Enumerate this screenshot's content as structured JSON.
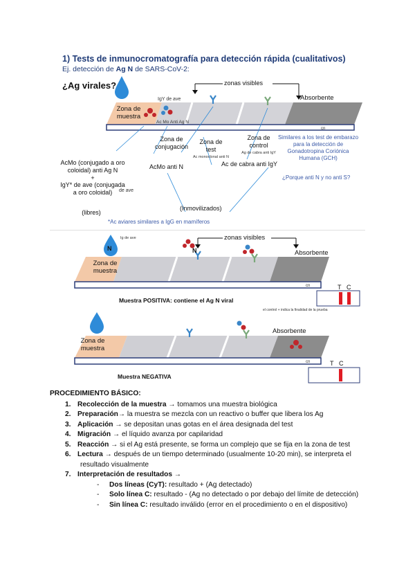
{
  "slide1": {
    "title": "1) Tests de inmunocromatografía para detección rápida (cualitativos)",
    "subtitle_prefix": "Ej. detección de",
    "subtitle_bold": "Ag N",
    "subtitle_suffix": "de SARS-CoV-2:",
    "question": "¿Ag virales?",
    "igy_label": "IgY de ave",
    "zonas_visibles": "zonas visibles",
    "absorbente": "Absorbente",
    "zona_muestra": "Zona de muestra",
    "ac_mo_tag": "Ac Mo Anti Ag N",
    "cn_tag": "cn",
    "zona_conjugacion": "Zona de conjugación",
    "zona_test": "Zona de test",
    "zona_test_small": "Ac monoclonal anti N",
    "zona_control": "Zona de control",
    "zona_control_small": "Ag de cabra anti IgY",
    "acmo_conjugado": "AcMo (conjugado a oro coloidal) anti Ag N",
    "plus": "+",
    "igy_conjugado": "IgY* de ave (conjugada a oro coloidal)",
    "small_near": "de ave",
    "libres": "(libres)",
    "acmo_anti_n": "AcMo anti N",
    "ac_cabra": "Ac de cabra anti IgY",
    "note_similar": "Similares a los test de embarazo para la detección de Gonadotropina Coriónica Humana (GCH)",
    "note_porque": "¿Porque anti N y no anti S?",
    "inmovilizados": "(Inmovilizados)",
    "ac_aviares": "*Ac aviares similares a IgG en mamíferos"
  },
  "slide2": {
    "igy_label": "Ig de ave",
    "n_badge": "N",
    "n_small": "N",
    "zonas_visibles": "zonas visibles",
    "zona_muestra": "Zona de muestra",
    "absorbente": "Absorbente",
    "cn_tag": "cn",
    "positiva_prefix": "Muestra POSITIVA: contiene el",
    "positiva_bold": "Ag N viral",
    "t_label": "T",
    "c_label": "C",
    "control_note": "el control + indica la finalidad de la prueba",
    "zona_muestra_2": "Zona de muestra",
    "absorbente_2": "Absorbente",
    "cn_tag_2": "cn",
    "negativa_prefix": "Muestra",
    "negativa_bold": "NEGATIVA",
    "t_label_2": "T",
    "c_label_2": "C"
  },
  "procedure": {
    "title": "PROCEDIMIENTO BÁSICO:",
    "steps": [
      {
        "num": "1.",
        "bold": "Recolección de la muestra",
        "text": " → tomamos una muestra biológica"
      },
      {
        "num": "2.",
        "bold": "Preparación",
        "text": "→ la muestra se mezcla con un reactivo o buffer que libera los Ag"
      },
      {
        "num": "3.",
        "bold": "Aplicación",
        "text": " → se depositan unas gotas en el área designada del test"
      },
      {
        "num": "4.",
        "bold": "Migración",
        "text": " → el líquido avanza por capilaridad"
      },
      {
        "num": "5.",
        "bold": "Reacción",
        "text": " → si el Ag está presente, se forma un complejo que se fija en la zona de test"
      },
      {
        "num": "6.",
        "bold": "Lectura",
        "text": " → después de un tiempo determinado (usualmente 10-20 min), se interpreta el resultado visualmente"
      },
      {
        "num": "7.",
        "bold": "Interpretación de resultados",
        "text": " →"
      }
    ],
    "results": [
      {
        "bold": "Dos líneas (CyT):",
        "text": " resultado + (Ag detectado)"
      },
      {
        "bold": "Solo línea C:",
        "text": " resultado - (Ag no detectado o por debajo del límite de detección)"
      },
      {
        "bold": "Sin línea C:",
        "text": " resultado inválido (error en el procedimiento o en el dispositivo)"
      }
    ]
  },
  "colors": {
    "sample_zone": "#f3c9a8",
    "strip_gray": "#cfcfd4",
    "absorbent": "#8c8c8c",
    "strip_base": "#2c3d78",
    "drop_blue": "#2e8bd8",
    "red_line": "#e01c24",
    "antibody_blue": "#3a86c8",
    "antigen_red": "#c0262b"
  }
}
